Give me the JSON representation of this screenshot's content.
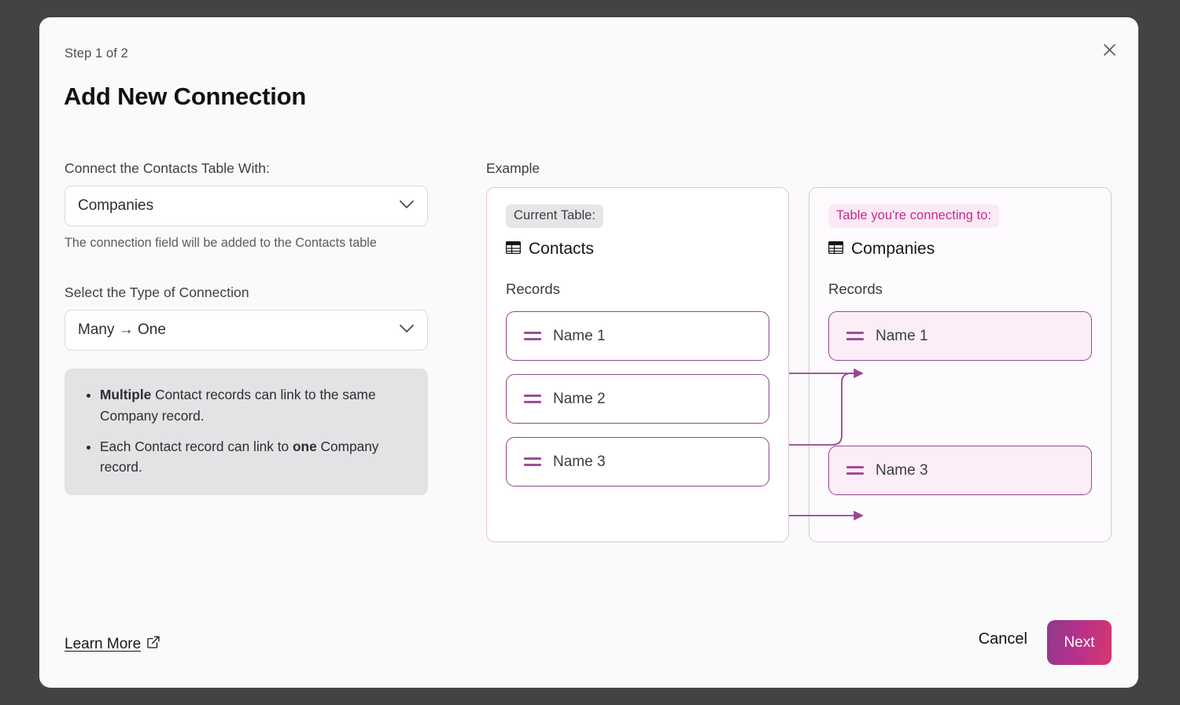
{
  "modal": {
    "step_label": "Step 1 of 2",
    "title": "Add New Connection",
    "close_icon": "close-icon"
  },
  "form": {
    "table_field": {
      "label": "Connect the Contacts Table With:",
      "value": "Companies",
      "helper": "The connection field will be added to the Contacts table",
      "chevron_icon": "chevron-down-icon"
    },
    "type_field": {
      "label": "Select the Type of Connection",
      "value": "Many → One",
      "chevron_icon": "chevron-down-icon"
    },
    "info_bullets": [
      {
        "bold_prefix": "Multiple",
        "text": " Contact records can link to the same Company record."
      },
      {
        "text": "Each Contact record can link to ",
        "bold_suffix": "one",
        "text_after": " Company record."
      }
    ]
  },
  "example": {
    "label": "Example",
    "left_panel": {
      "badge": "Current Table:",
      "table_icon": "table-icon",
      "table_name": "Contacts",
      "records_label": "Records",
      "records": [
        "Name 1",
        "Name 2",
        "Name 3"
      ]
    },
    "right_panel": {
      "badge": "Table you're connecting to:",
      "table_icon": "table-icon",
      "table_name": "Companies",
      "records_label": "Records",
      "records": [
        "Name 1",
        "Name 3"
      ]
    }
  },
  "footer": {
    "learn_more": "Learn More",
    "learn_more_icon": "external-link-icon",
    "cancel": "Cancel",
    "next": "Next"
  },
  "colors": {
    "accent_purple": "#96468f",
    "accent_pink": "#c42b8e",
    "backdrop": "#454246",
    "surface": "#fafafa",
    "info_box": "#e3e2e4",
    "card_pink": "#fbeef7"
  }
}
